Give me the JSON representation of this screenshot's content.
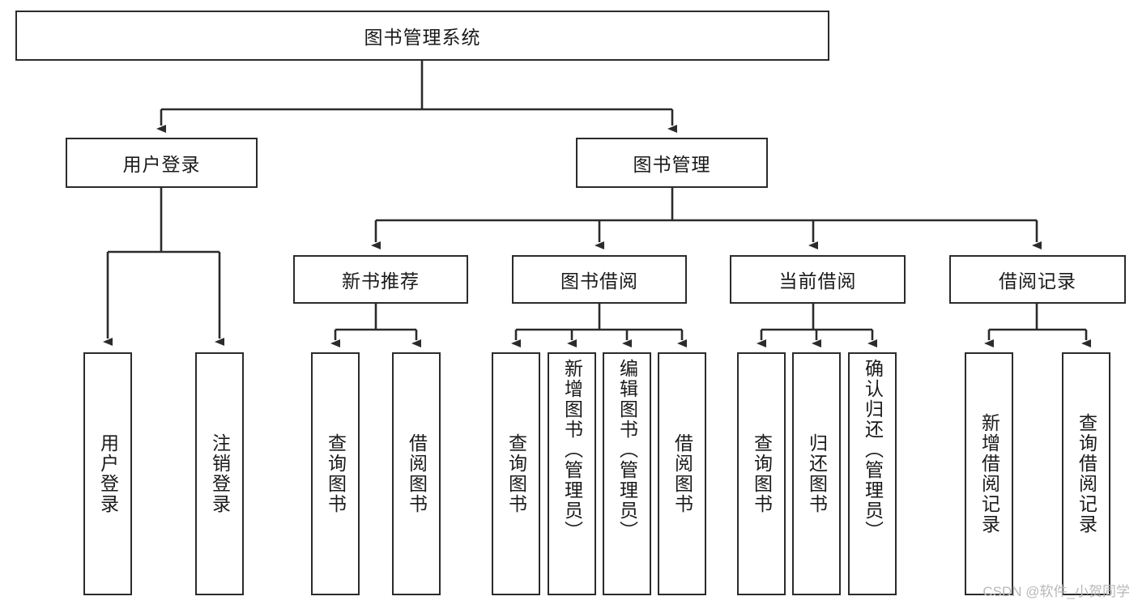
{
  "diagram": {
    "type": "tree-hierarchy",
    "title": "图书管理系统",
    "watermark": "CSDN @软件_小贺同学",
    "colors": {
      "box_border": "#2b2b2b",
      "box_fill": "#ffffff",
      "connector": "#2b2b2b",
      "text": "#1a1a1a",
      "watermark": "#b8b8b8"
    },
    "root": {
      "label": "图书管理系统"
    },
    "level2": [
      {
        "label": "用户登录"
      },
      {
        "label": "图书管理"
      }
    ],
    "level3": [
      {
        "label": "新书推荐"
      },
      {
        "label": "图书借阅"
      },
      {
        "label": "当前借阅"
      },
      {
        "label": "借阅记录"
      }
    ],
    "leaves": {
      "user_login": [
        {
          "label": "用户登录"
        },
        {
          "label": "注销登录"
        }
      ],
      "new_book_recommend": [
        {
          "label": "查询图书"
        },
        {
          "label": "借阅图书"
        }
      ],
      "book_borrow": [
        {
          "label": "查询图书"
        },
        {
          "label": "新增图书（管理员）"
        },
        {
          "label": "编辑图书（管理员）"
        },
        {
          "label": "借阅图书"
        }
      ],
      "current_borrow": [
        {
          "label": "查询图书"
        },
        {
          "label": "归还图书"
        },
        {
          "label": "确认归还（管理员）"
        }
      ],
      "borrow_record": [
        {
          "label": "新增借阅记录"
        },
        {
          "label": "查询借阅记录"
        }
      ]
    }
  }
}
